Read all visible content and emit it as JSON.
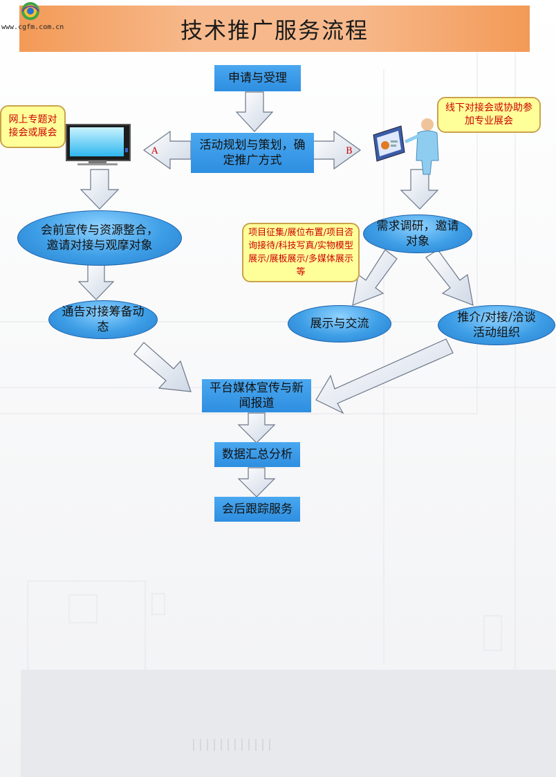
{
  "header": {
    "title": "技术推广服务流程",
    "logo_text": "www.cgfm.com.cn"
  },
  "steps": {
    "apply": "申请与受理",
    "plan": "活动规划与策划，确定推广方式",
    "pre_meeting": "会前宣传与资源整合，邀请对接与观摩对象",
    "notice": "通告对接筹备动态",
    "survey": "需求调研，邀请对象",
    "exhibit": "展示与交流",
    "promote": "推介/对接/洽谈活动组织",
    "media": "平台媒体宣传与新闻报道",
    "analysis": "数据汇总分析",
    "followup": "会后跟踪服务"
  },
  "branches": {
    "a_label": "A",
    "b_label": "B"
  },
  "notes": {
    "online": "网上专题对接会或展会",
    "offline": "线下对接会或协助参加专业展会",
    "activities": "项目征集/展位布置/项目咨询接待/科技写真/实物模型展示/展板展示/多媒体展示等"
  },
  "colors": {
    "title_bar": "#f7b98c",
    "box": "#3a9be8",
    "ellipse": "#4ba6ea",
    "note_fill": "#ffff99",
    "note_text": "#cc0000"
  }
}
